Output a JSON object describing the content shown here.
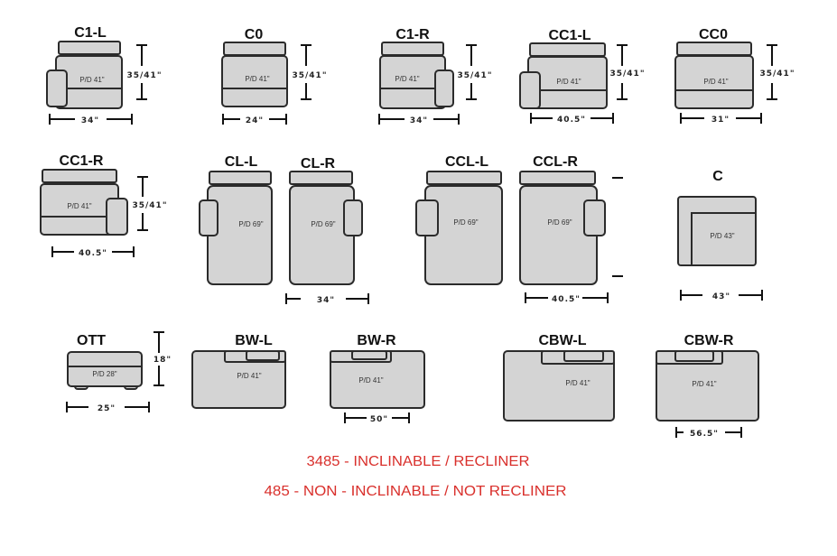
{
  "pieces": {
    "c1l": {
      "label": "C1-L",
      "pd": "P/D 41\"",
      "height": "35/41\"",
      "width": "34\""
    },
    "c0": {
      "label": "C0",
      "pd": "P/D 41\"",
      "height": "35/41\"",
      "width": "24\""
    },
    "c1r": {
      "label": "C1-R",
      "pd": "P/D 41\"",
      "height": "35/41\"",
      "width": "34\""
    },
    "cc1l": {
      "label": "CC1-L",
      "pd": "P/D 41\"",
      "height": "35/41\"",
      "width": "40.5\""
    },
    "cc0": {
      "label": "CC0",
      "pd": "P/D 41\"",
      "height": "35/41\"",
      "width": "31\""
    },
    "cc1r": {
      "label": "CC1-R",
      "pd": "P/D 41\"",
      "height": "35/41\"",
      "width": "40.5\""
    },
    "cll": {
      "label": "CL-L",
      "pd": "P/D 69\""
    },
    "clr": {
      "label": "CL-R",
      "pd": "P/D 69\"",
      "width": "34\""
    },
    "ccll": {
      "label": "CCL-L",
      "pd": "P/D 69\""
    },
    "cclr": {
      "label": "CCL-R",
      "pd": "P/D 69\"",
      "width": "40.5\""
    },
    "c": {
      "label": "C",
      "pd": "P/D 43\"",
      "width": "43\""
    },
    "ott": {
      "label": "OTT",
      "pd": "P/D 28\"",
      "height": "18\"",
      "width": "25\""
    },
    "bwl": {
      "label": "BW-L",
      "pd": "P/D 41\""
    },
    "bwr": {
      "label": "BW-R",
      "pd": "P/D 41\"",
      "width": "50\""
    },
    "cbwl": {
      "label": "CBW-L",
      "pd": "P/D 41\""
    },
    "cbwr": {
      "label": "CBW-R",
      "pd": "P/D 41\"",
      "width": "56.5\""
    }
  },
  "legend": {
    "line1": "3485 - INCLINABLE  /  RECLINER",
    "line2": "485 -  NON - INCLINABLE  /  NOT RECLINER",
    "color": "#d9302c"
  }
}
